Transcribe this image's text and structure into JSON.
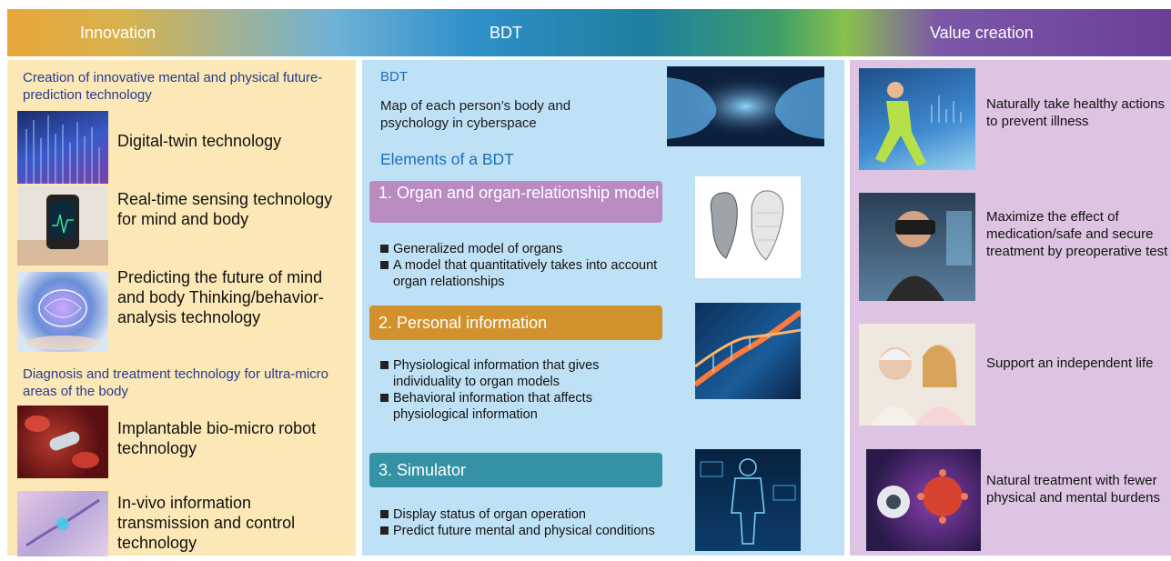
{
  "header": {
    "innovation": "Innovation",
    "bdt": "BDT",
    "value_creation": "Value creation"
  },
  "innovation": {
    "section1_title": "Creation of innovative mental and physical future-prediction technology",
    "items1": [
      {
        "label": "Digital-twin technology",
        "icon": "digital-twin-icon"
      },
      {
        "label": "Real-time sensing technology for mind and body",
        "icon": "smartwatch-icon"
      },
      {
        "label": "Predicting the future of mind and body Thinking/behavior-analysis technology",
        "icon": "brain-icon"
      }
    ],
    "section2_title": "Diagnosis and treatment technology for ultra-micro areas of the body",
    "items2": [
      {
        "label": "Implantable bio-micro robot technology",
        "icon": "micro-robot-icon"
      },
      {
        "label": "In-vivo information transmission and control technology",
        "icon": "neuron-icon"
      }
    ]
  },
  "bdt": {
    "title": "BDT",
    "description": "Map of each person’s body and psychology in cyberspace",
    "elements_title": "Elements of a BDT",
    "elements": [
      {
        "label": "1. Organ and organ-relationship model",
        "bullets": [
          "Generalized model of organs",
          "A model that quantitatively takes into account organ relationships"
        ],
        "color": "#b98bc1"
      },
      {
        "label": "2. Personal information",
        "bullets": [
          "Physiological information that gives individuality to organ models",
          "Behavioral information that affects physiological information"
        ],
        "color": "#d1922d"
      },
      {
        "label": "3. Simulator",
        "bullets": [
          "Display status of organ operation",
          "Predict future mental and physical conditions"
        ],
        "color": "#3591a4"
      }
    ]
  },
  "value": {
    "items": [
      {
        "label": "Naturally take healthy actions to prevent illness",
        "icon": "runner-icon"
      },
      {
        "label": "Maximize the effect of medication/safe and secure treatment by preoperative test",
        "icon": "vr-headset-icon"
      },
      {
        "label": "Support an independent life",
        "icon": "caregiver-icon"
      },
      {
        "label": "Natural treatment with fewer physical and mental burdens",
        "icon": "nanobot-icon"
      }
    ]
  }
}
